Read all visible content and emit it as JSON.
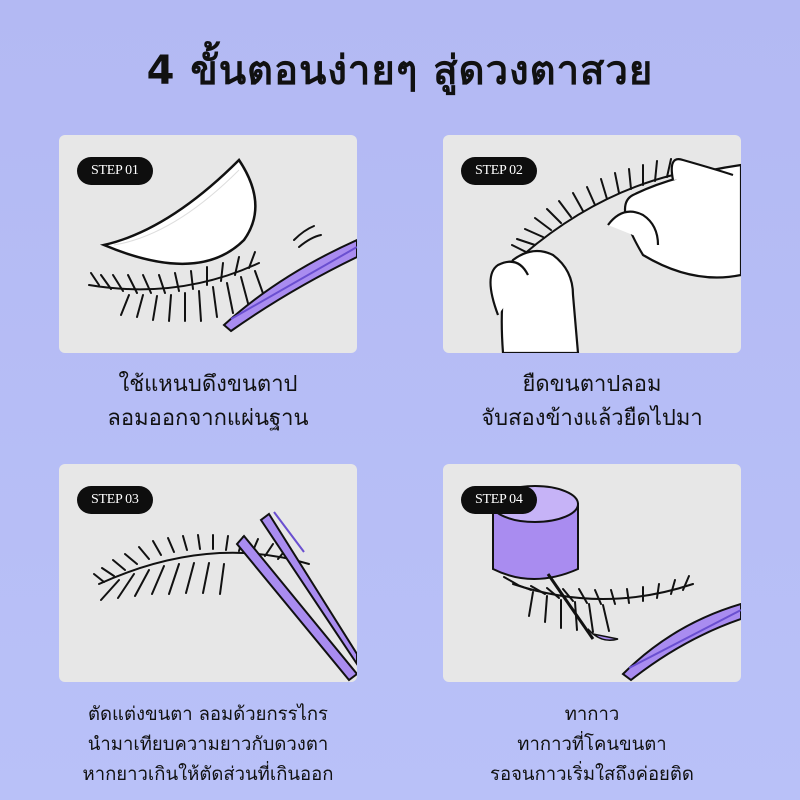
{
  "title": "4 ขั้นตอนง่ายๆ สู่ดวงตาสวย",
  "colors": {
    "background": "#b6bdf6",
    "card": "#e7e7e7",
    "accent_purple": "#a98cf0",
    "badge": "#0e0e0e"
  },
  "steps": [
    {
      "badge": "STEP 01",
      "lines": [
        "ใช้แหนบดึงขนตาป",
        "ลอมออกจากแผ่นฐาน"
      ]
    },
    {
      "badge": "STEP 02",
      "lines": [
        "ยืดขนตาปลอม",
        "จับสองข้างแล้วยืดไปมา"
      ]
    },
    {
      "badge": "STEP 03",
      "lines": [
        "ตัดแต่งขนตา ลอมด้วยกรรไกร",
        "นำมาเทียบความยาวกับดวงตา",
        "หากยาวเกินให้ตัดส่วนที่เกินออก"
      ]
    },
    {
      "badge": "STEP 04",
      "lines": [
        "ทากาว",
        "ทากาวที่โคนขนตา",
        "รอจนกาวเริ่มใสถึงค่อยติด"
      ]
    }
  ]
}
